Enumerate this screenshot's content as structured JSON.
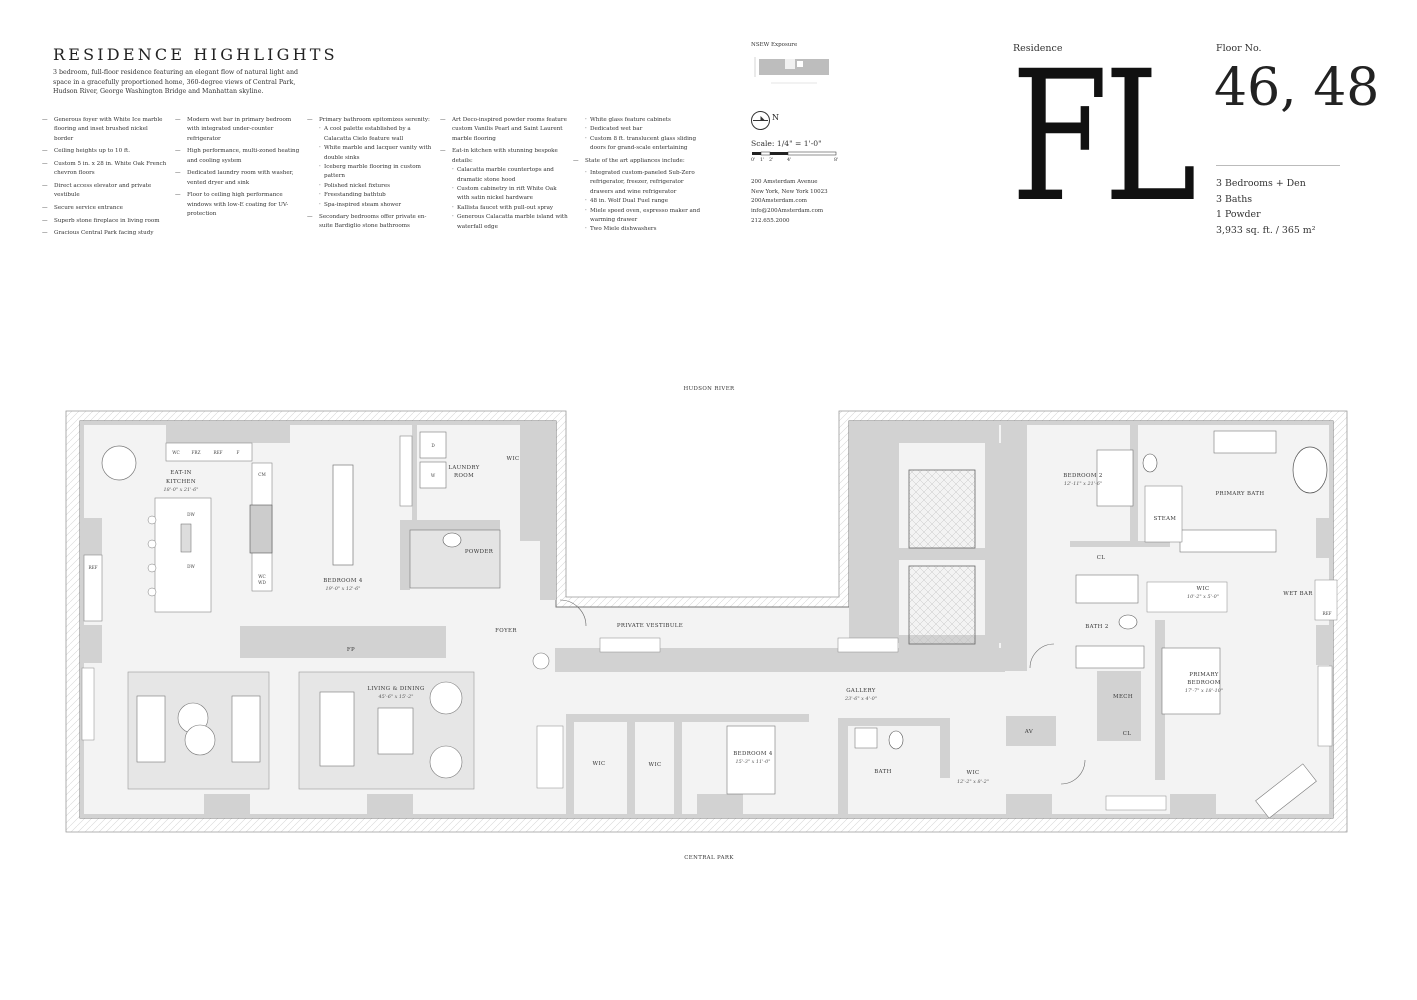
{
  "header": {
    "title": "RESIDENCE HIGHLIGHTS",
    "intro": "3 bedroom, full-floor residence featuring an elegant flow of natural light and space in a gracefully proportioned home, 360-degree views of Central Park, Hudson River, George Washington Bridge and Manhattan skyline."
  },
  "highlights": {
    "col1": [
      "Generous foyer with White Ice marble flooring and inset brushed nickel border",
      "Ceiling heights up to 10 ft.",
      "Custom 5 in. x 28 in. White Oak French chevron floors",
      "Direct access elevator and private vestibule",
      "Secure service entrance",
      "Superb stone fireplace in living room",
      "Gracious Central Park facing study"
    ],
    "col2": [
      "Modern wet bar in primary bedroom with integrated under-counter refrigerator",
      "High performance, multi-zoned heating and cooling system",
      "Dedicated laundry room with washer, vented dryer and sink",
      "Floor to ceiling high performance windows with low-E coating for UV-protection"
    ],
    "col3_head": "Primary bathroom epitomizes serenity:",
    "col3_subs": [
      "A cool palette established by a Calacatta Cielo feature wall",
      "White marble and lacquer vanity with double sinks",
      "Iceberg marble flooring in custom pattern",
      "Polished nickel fixtures",
      "Freestanding bathtub",
      "Spa-inspired steam shower"
    ],
    "col3_tail": "Secondary bedrooms offer private en-suite Bardiglio stone bathrooms",
    "col4_head1": "Art Deco-inspired powder rooms feature custom Vanilis Pearl and Saint Laurent marble flooring",
    "col4_head2": "Eat-in kitchen with stunning bespoke details:",
    "col4_subs": [
      "Calacatta marble countertops and dramatic stone hood",
      "Custom cabinetry in rift White Oak with satin nickel hardware",
      "Kallista faucet with pull-out spray",
      "Generous Calacatta marble island with waterfall edge"
    ],
    "col5_subs_top": [
      "White glass feature cabinets",
      "Dedicated wet bar",
      "Custom 8 ft. translucent glass sliding doors for grand-scale entertaining"
    ],
    "col5_head": "State of the art appliances include:",
    "col5_subs": [
      "Integrated custom-paneled Sub-Zero refrigerator, freezer, refrigerator drawers and wine refrigerator",
      "48 in. Wolf Dual Fuel range",
      "Miele speed oven, espresso maker and warming drawer",
      "Two Miele dishwashers"
    ]
  },
  "key": {
    "exposure_label": "NSEW Exposure",
    "compass_letter": "N",
    "scale_label": "Scale: 1/4\" = 1'-0\"",
    "scale_ticks": [
      "0'",
      "1'",
      "2'",
      "4'",
      "8'"
    ],
    "address": [
      "200 Amsterdam Avenue",
      "New York, New York 10023",
      "200Amsterdam.com",
      "info@200Amsterdam.com",
      "212.655.2000"
    ]
  },
  "residence": {
    "label": "Residence",
    "letters": "FL",
    "floor_label": "Floor No.",
    "floor_numbers": "46, 48",
    "specs": [
      "3 Bedrooms + Den",
      "3 Baths",
      "1 Powder",
      "3,933 sq. ft. / 365 m²"
    ]
  },
  "plan": {
    "north_label": "HUDSON RIVER",
    "south_label": "CENTRAL PARK",
    "rooms": {
      "kitchen": "EAT-IN",
      "kitchen2": "KITCHEN",
      "kitchen_dim": "18'-0\" x 21'-6\"",
      "bedroom4a": "BEDROOM 4",
      "bedroom4a_dim": "19'-0\" x 12'-6\"",
      "laundry": "LAUNDRY",
      "laundry2": "ROOM",
      "wic_top": "WIC",
      "powder": "POWDER",
      "foyer": "FOYER",
      "vestibule": "PRIVATE VESTIBULE",
      "fp": "FP",
      "living": "LIVING & DINING",
      "living_dim": "45'-6\" x 15'-2\"",
      "wic_a": "WIC",
      "wic_b": "WIC",
      "bedroom4b": "BEDROOM 4",
      "bedroom4b_dim": "15'-3\" x 11'-0\"",
      "gallery": "GALLERY",
      "gallery_dim": "23'-6\" x 4'-0\"",
      "bath": "BATH",
      "wic_c": "WIC",
      "wic_c_dim": "12'-2\" x 8'-2\"",
      "av": "AV",
      "cl_bottom": "CL",
      "mech": "MECH",
      "bath2": "BATH 2",
      "bedroom2": "BEDROOM 2",
      "bedroom2_dim": "12'-11\" x 21'-6\"",
      "steam": "STEAM",
      "cl_top": "CL",
      "wic_d": "WIC",
      "wic_d_dim": "10'-2\" x 5'-0\"",
      "primary_bath": "PRIMARY BATH",
      "wet_bar": "WET BAR",
      "primary_bedroom": "PRIMARY",
      "primary_bedroom2": "BEDROOM",
      "primary_bedroom_dim": "17'-7\" x 18'-10\""
    },
    "appliances": {
      "wc": "WC",
      "frz": "FRZ",
      "ref": "REF",
      "f": "F",
      "cm": "CM",
      "dw1": "DW",
      "dw2": "DW",
      "wc2": "WC",
      "wd": "WD",
      "ref_left": "REF",
      "ref_right": "REF",
      "d": "D",
      "w": "W"
    }
  }
}
